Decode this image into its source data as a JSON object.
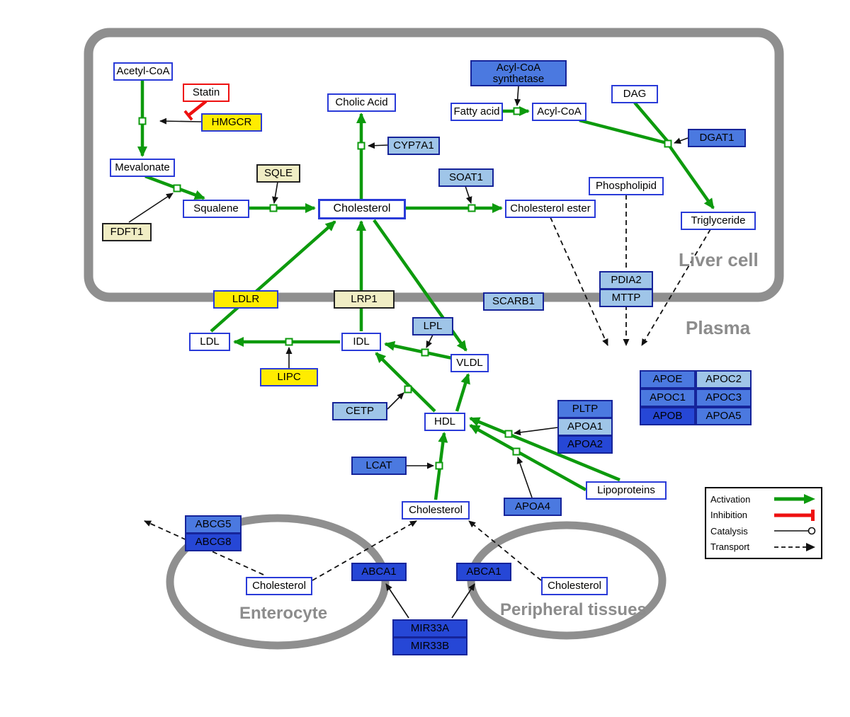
{
  "regions": {
    "liver": "Liver cell",
    "plasma": "Plasma",
    "enterocyte": "Enterocyte",
    "peripheral": "Peripheral tissues"
  },
  "nodes": {
    "acetyl_coa": "Acetyl-CoA",
    "statin": "Statin",
    "hmgcr": "HMGCR",
    "mevalonate": "Mevalonate",
    "sqle": "SQLE",
    "fdft1": "FDFT1",
    "squalene": "Squalene",
    "cholic_acid": "Cholic Acid",
    "cyp7a1": "CYP7A1",
    "cholesterol_liver": "Cholesterol",
    "soat1": "SOAT1",
    "cholesterol_ester": "Cholesterol ester",
    "acyl_coa_synthetase": "Acyl-CoA synthetase",
    "fatty_acid": "Fatty acid",
    "acyl_coa": "Acyl-CoA",
    "dag": "DAG",
    "dgat1": "DGAT1",
    "phospholipid": "Phospholipid",
    "triglyceride": "Triglyceride",
    "pdia2": "PDIA2",
    "mttp": "MTTP",
    "ldlr": "LDLR",
    "lrp1": "LRP1",
    "scarb1": "SCARB1",
    "ldl": "LDL",
    "idl": "IDL",
    "lpl": "LPL",
    "vldl": "VLDL",
    "lipc": "LIPC",
    "cetp": "CETP",
    "hdl": "HDL",
    "lcat": "LCAT",
    "pltp": "PLTP",
    "apoa1": "APOA1",
    "apoa2": "APOA2",
    "apoa4": "APOA4",
    "lipoproteins": "Lipoproteins",
    "apoe": "APOE",
    "apoc2": "APOC2",
    "apoc1": "APOC1",
    "apoc3": "APOC3",
    "apob": "APOB",
    "apoa5": "APOA5",
    "cholesterol_plasma": "Cholesterol",
    "abcg5": "ABCG5",
    "abcg8": "ABCG8",
    "cholesterol_enterocyte": "Cholesterol",
    "abca1_enterocyte": "ABCA1",
    "abca1_peripheral": "ABCA1",
    "cholesterol_peripheral": "Cholesterol",
    "mir33a": "MIR33A",
    "mir33b": "MIR33B"
  },
  "legend": {
    "activation": "Activation",
    "inhibition": "Inhibition",
    "catalysis": "Catalysis",
    "transport": "Transport"
  },
  "palette": {
    "activation_green": "#0d9a0d",
    "inhibition_red": "#ee1010",
    "membrane_gray": "#8f8f8f",
    "node_border_blue": "#2a3bd8",
    "gene_yellow": "#ffec00",
    "gene_pale_yellow": "#f0edc4",
    "gene_light_blue": "#9fc5e8",
    "gene_blue": "#4b79e0",
    "gene_dark_blue": "#2647d6"
  }
}
